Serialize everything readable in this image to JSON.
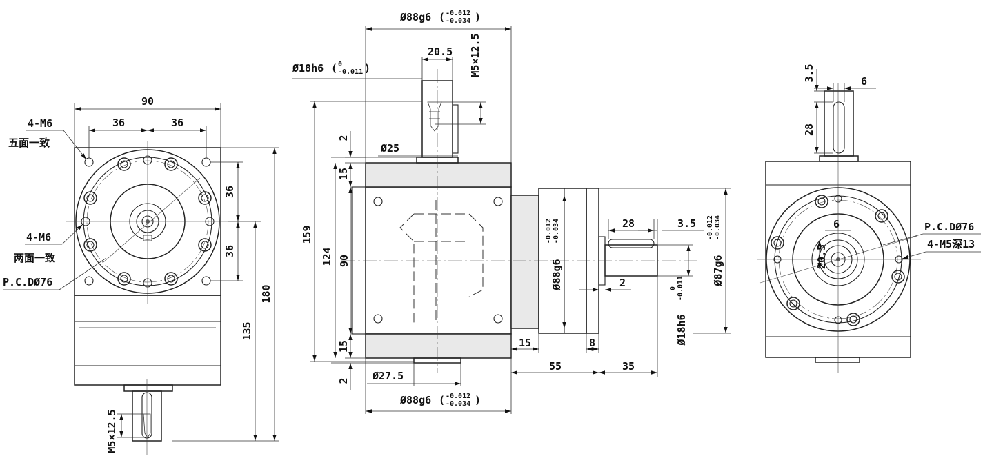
{
  "front_view": {
    "width": "90",
    "bolt_spacing_left": "36",
    "bolt_spacing_right": "36",
    "vert_spacing_upper": "36",
    "vert_spacing_lower": "36",
    "overall_height": "180",
    "body_height": "135",
    "callout_a_thread": "4-M6",
    "callout_a_note": "五面一致",
    "callout_b_thread": "4-M6",
    "callout_b_note": "两面一致",
    "pcd": "P.C.DØ76",
    "shaft_thread": "M5×12.5"
  },
  "side_view": {
    "top_flange_dia": "Ø88g6",
    "top_flange_tol_upper": "-0.012",
    "top_flange_tol_lower": "-0.034",
    "top_shaft_dia": "Ø18h6",
    "top_shaft_tol_upper": "0",
    "top_shaft_tol_lower": "-0.011",
    "top_key_length": "20.5",
    "top_thread": "M5×12.5",
    "top_gap": "2",
    "top_boss_dia": "Ø25",
    "top_flange_thk": "15",
    "overall_height": "159",
    "body_height": "124",
    "body_width": "90",
    "bottom_flange_thk": "15",
    "bottom_gap": "2",
    "bottom_boss_dia": "Ø27.5",
    "bottom_flange_dia": "Ø88g6",
    "bottom_flange_tol_upper": "-0.012",
    "bottom_flange_tol_lower": "-0.034",
    "right_flange_dia": "Ø88g6",
    "right_flange_tol_upper": "-0.012",
    "right_flange_tol_lower": "-0.034",
    "output_key_length": "28",
    "output_key_offset": "3.5",
    "output_pilot_dia": "Ø87g6",
    "output_pilot_tol_upper": "-0.012",
    "output_pilot_tol_lower": "-0.034",
    "output_shaft_dia": "Ø18h6",
    "output_shaft_tol_upper": "0",
    "output_shaft_tol_lower": "-0.011",
    "shoulder_gap": "2",
    "dim_15": "15",
    "dim_8": "8",
    "dim_55": "55",
    "dim_35": "35"
  },
  "end_view": {
    "key_offset": "3.5",
    "key_width": "6",
    "key_length": "28",
    "shaft_key_width": "6",
    "shaft_key_height": "20.5",
    "pcd": "P.C.DØ76",
    "holes": "4-M5深13"
  }
}
